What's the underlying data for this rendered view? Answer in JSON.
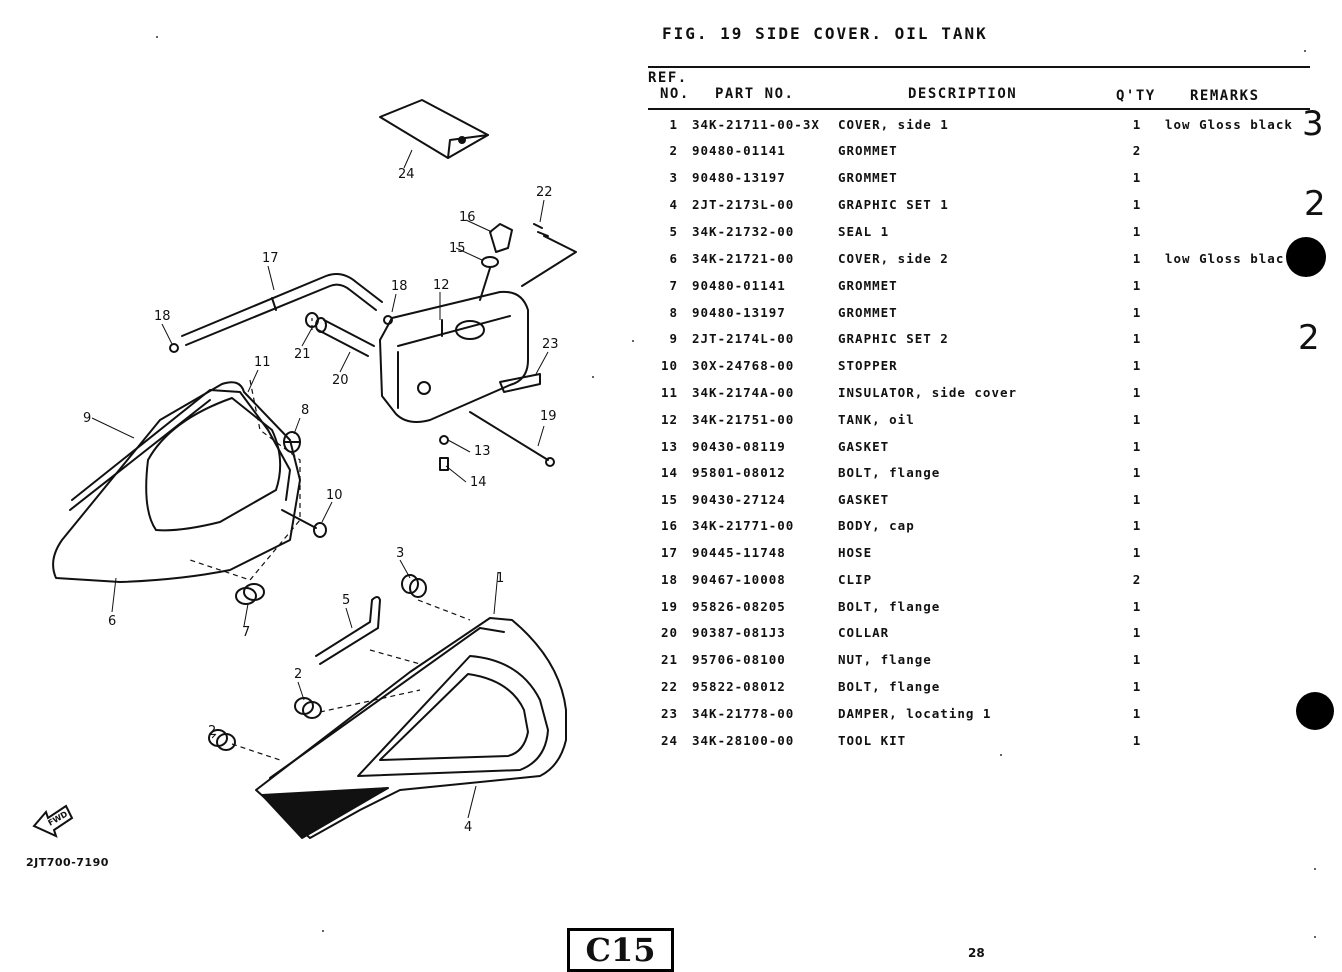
{
  "figure": {
    "title": "FIG. 19  SIDE COVER. OIL TANK"
  },
  "table": {
    "headers": {
      "ref_top": "REF.",
      "ref_bottom": "NO.",
      "part": "PART NO.",
      "description": "DESCRIPTION",
      "qty": "Q'TY",
      "remarks": "REMARKS"
    },
    "rows": [
      {
        "ref": "1",
        "part": "34K-21711-00-3X",
        "desc": "COVER, side 1",
        "qty": "1",
        "remarks": "low Gloss black"
      },
      {
        "ref": "2",
        "part": "90480-01141",
        "desc": "GROMMET",
        "qty": "2",
        "remarks": ""
      },
      {
        "ref": "3",
        "part": "90480-13197",
        "desc": "GROMMET",
        "qty": "1",
        "remarks": ""
      },
      {
        "ref": "4",
        "part": "2JT-2173L-00",
        "desc": "GRAPHIC  SET 1",
        "qty": "1",
        "remarks": ""
      },
      {
        "ref": "5",
        "part": "34K-21732-00",
        "desc": "SEAL 1",
        "qty": "1",
        "remarks": ""
      },
      {
        "ref": "6",
        "part": "34K-21721-00",
        "desc": "COVER, side 2",
        "qty": "1",
        "remarks": "low Gloss blac"
      },
      {
        "ref": "7",
        "part": "90480-01141",
        "desc": "GROMMET",
        "qty": "1",
        "remarks": ""
      },
      {
        "ref": "8",
        "part": "90480-13197",
        "desc": "GROMMET",
        "qty": "1",
        "remarks": ""
      },
      {
        "ref": "9",
        "part": "2JT-2174L-00",
        "desc": "GRAPHIC  SET 2",
        "qty": "1",
        "remarks": ""
      },
      {
        "ref": "10",
        "part": "30X-24768-00",
        "desc": "STOPPER",
        "qty": "1",
        "remarks": ""
      },
      {
        "ref": "11",
        "part": "34K-2174A-00",
        "desc": "INSULATOR, side cover",
        "qty": "1",
        "remarks": ""
      },
      {
        "ref": "12",
        "part": "34K-21751-00",
        "desc": "TANK, oil",
        "qty": "1",
        "remarks": ""
      },
      {
        "ref": "13",
        "part": "90430-08119",
        "desc": "GASKET",
        "qty": "1",
        "remarks": ""
      },
      {
        "ref": "14",
        "part": "95801-08012",
        "desc": "BOLT, flange",
        "qty": "1",
        "remarks": ""
      },
      {
        "ref": "15",
        "part": "90430-27124",
        "desc": "GASKET",
        "qty": "1",
        "remarks": ""
      },
      {
        "ref": "16",
        "part": "34K-21771-00",
        "desc": "BODY, cap",
        "qty": "1",
        "remarks": ""
      },
      {
        "ref": "17",
        "part": "90445-11748",
        "desc": "HOSE",
        "qty": "1",
        "remarks": ""
      },
      {
        "ref": "18",
        "part": "90467-10008",
        "desc": "CLIP",
        "qty": "2",
        "remarks": ""
      },
      {
        "ref": "19",
        "part": "95826-08205",
        "desc": "BOLT, flange",
        "qty": "1",
        "remarks": ""
      },
      {
        "ref": "20",
        "part": "90387-081J3",
        "desc": "COLLAR",
        "qty": "1",
        "remarks": ""
      },
      {
        "ref": "21",
        "part": "95706-08100",
        "desc": "NUT, flange",
        "qty": "1",
        "remarks": ""
      },
      {
        "ref": "22",
        "part": "95822-08012",
        "desc": "BOLT, flange",
        "qty": "1",
        "remarks": ""
      },
      {
        "ref": "23",
        "part": "34K-21778-00",
        "desc": "DAMPER, locating 1",
        "qty": "1",
        "remarks": ""
      },
      {
        "ref": "24",
        "part": "34K-28100-00",
        "desc": "TOOL KIT",
        "qty": "1",
        "remarks": ""
      }
    ]
  },
  "handwritten_notes": [
    "3",
    "2",
    "2"
  ],
  "diagram": {
    "callouts": [
      "1",
      "2",
      "2",
      "3",
      "4",
      "5",
      "6",
      "7",
      "8",
      "9",
      "10",
      "11",
      "12",
      "13",
      "14",
      "15",
      "16",
      "17",
      "18",
      "18",
      "19",
      "20",
      "21",
      "22",
      "23",
      "24"
    ],
    "fwd_label": "FWD",
    "code": "2JT700-7190"
  },
  "footer": {
    "page_tag": "C15",
    "page_number": "28"
  }
}
